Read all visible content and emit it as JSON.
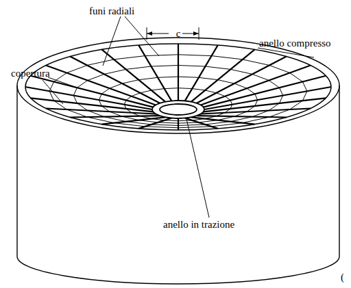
{
  "diagram": {
    "labels": [
      "funi radiali",
      "c",
      "copertura",
      "anello compresso",
      "anello in trazione",
      "("
    ]
  }
}
